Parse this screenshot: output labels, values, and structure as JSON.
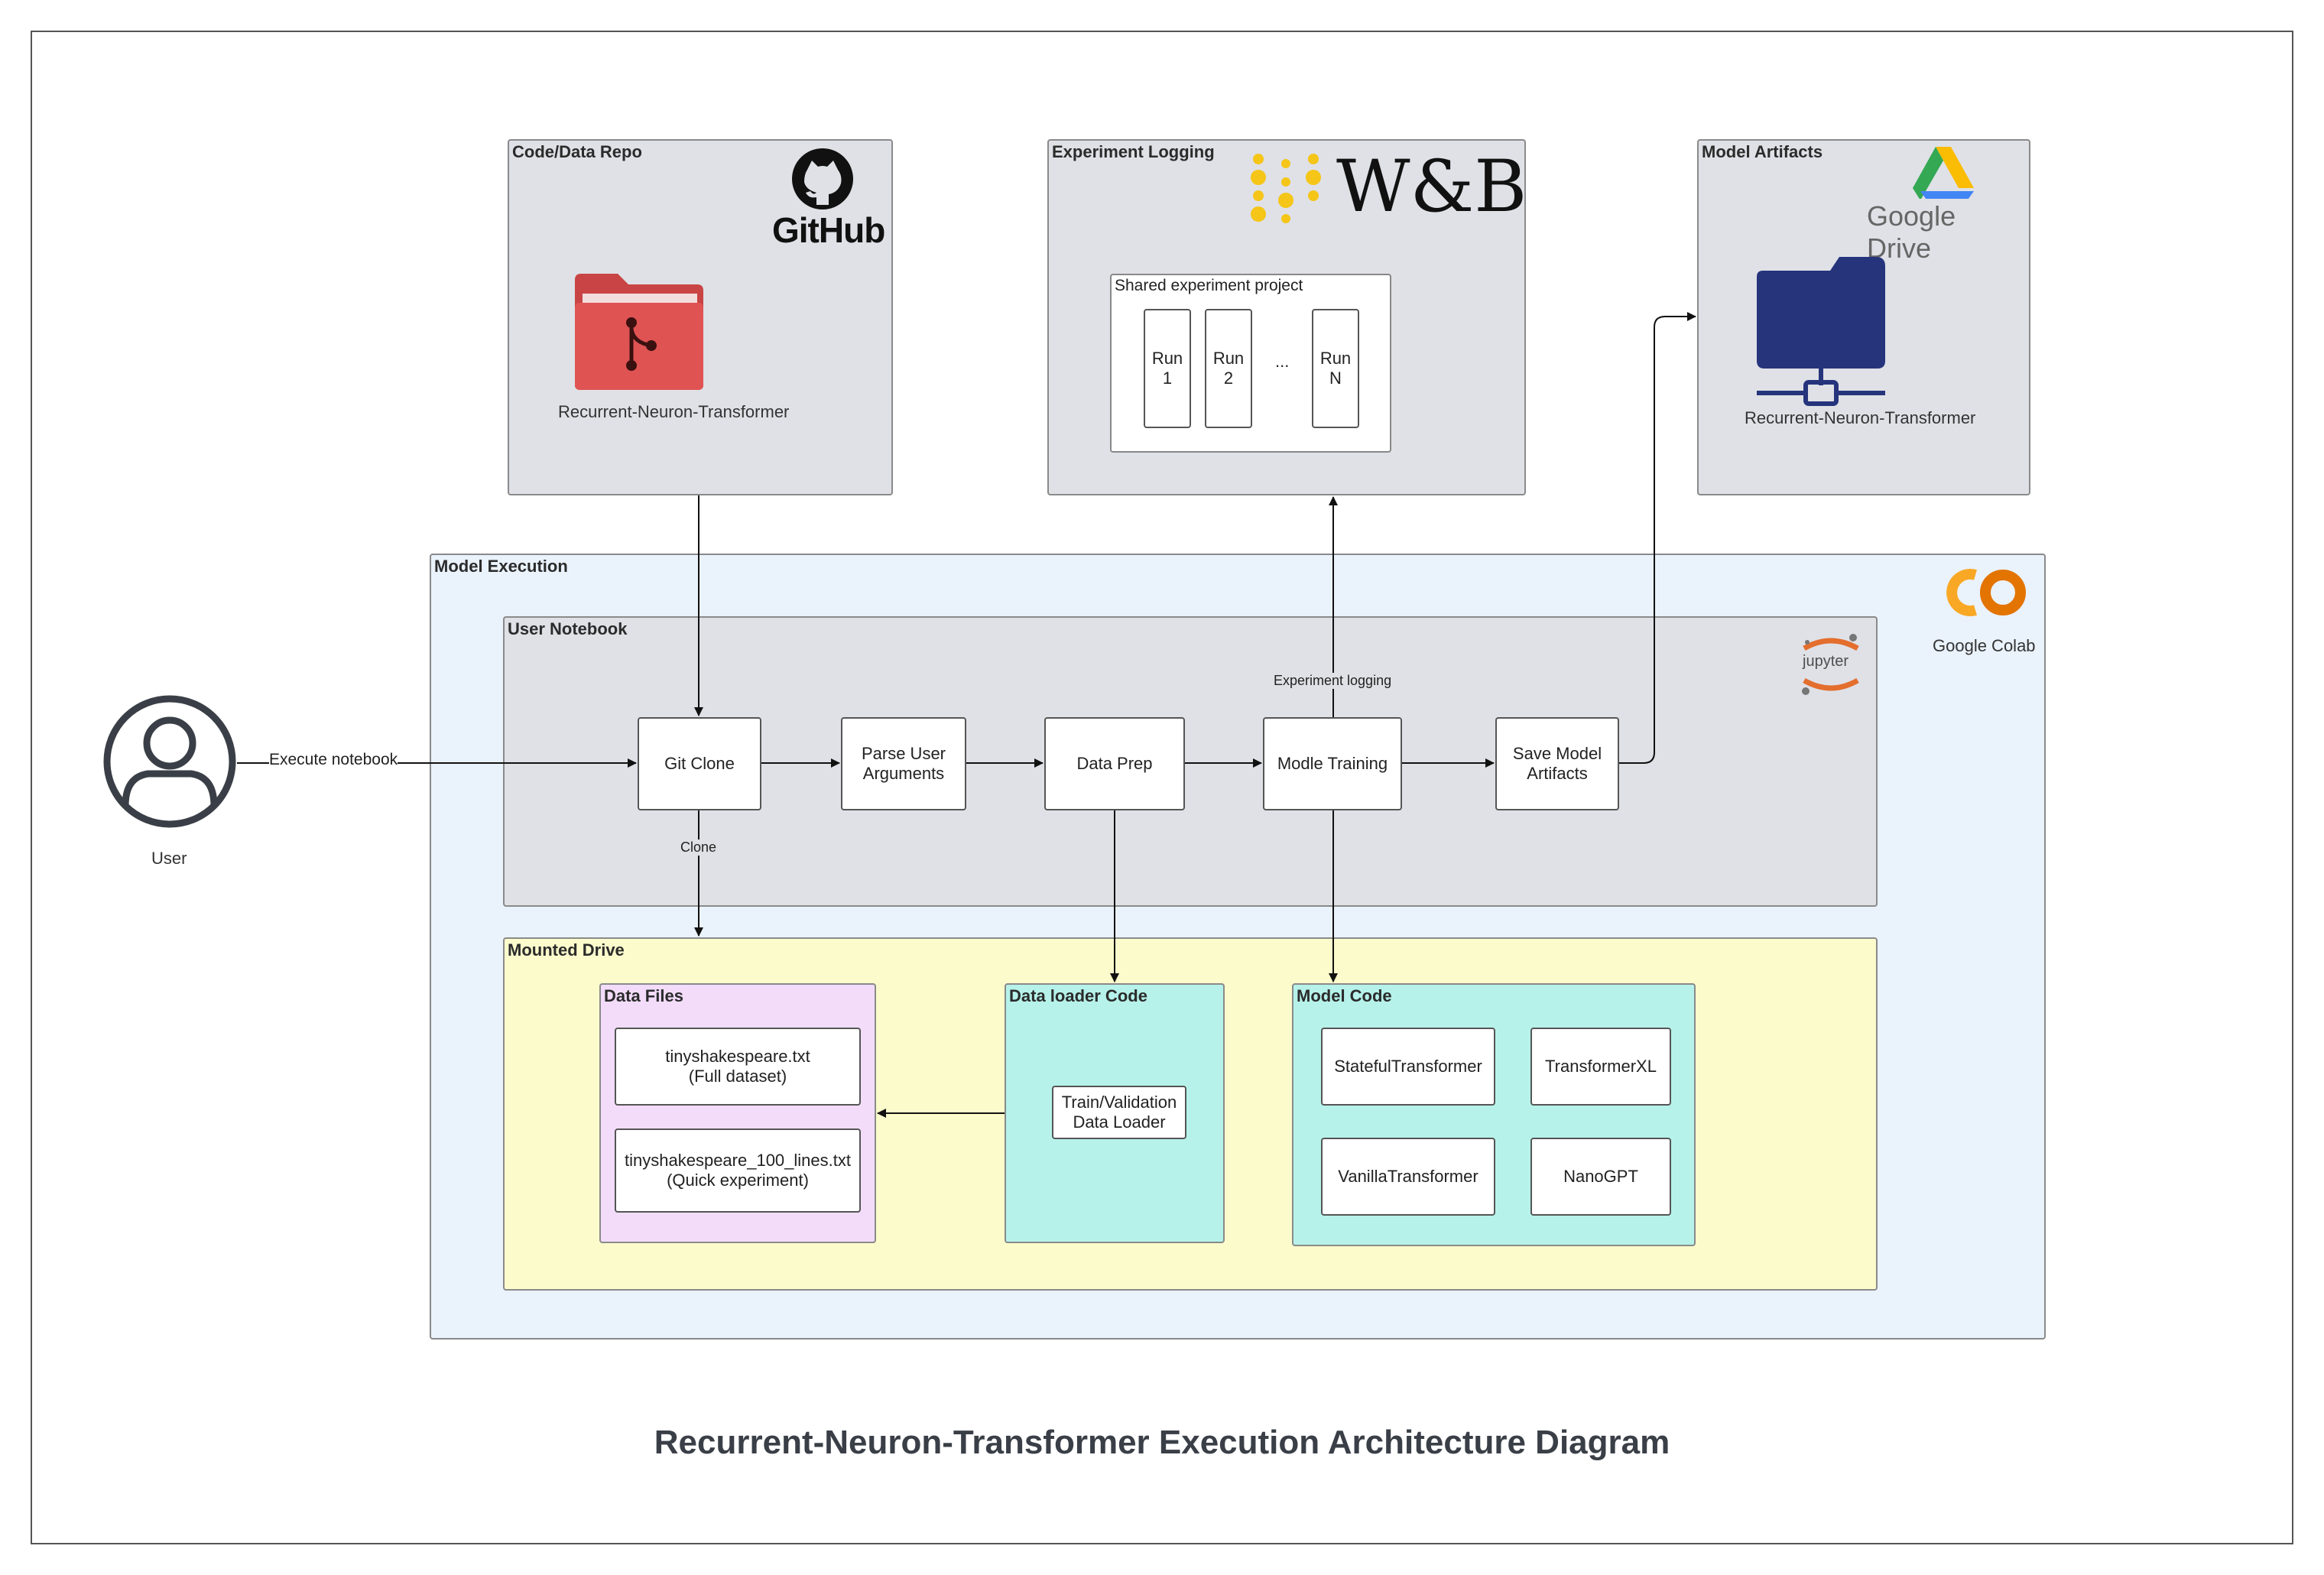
{
  "title": "Recurrent-Neuron-Transformer Execution Architecture Diagram",
  "user": {
    "label": "User"
  },
  "containers": {
    "repo": {
      "label": "Code/Data Repo",
      "logo_text": "GitHub",
      "folder_label": "Recurrent-Neuron-Transformer"
    },
    "logging": {
      "label": "Experiment Logging",
      "logo_text": "W&B",
      "project": {
        "label": "Shared experiment project",
        "runs": [
          "Run\n1",
          "Run\n2",
          "...",
          "Run\nN"
        ]
      }
    },
    "artifacts": {
      "label": "Model Artifacts",
      "logo_text": "Google Drive",
      "folder_label": "Recurrent-Neuron-Transformer"
    },
    "execution": {
      "label": "Model Execution",
      "logo_text": "Google Colab"
    },
    "notebook": {
      "label": "User Notebook",
      "logo_text": "jupyter"
    },
    "drive": {
      "label": "Mounted Drive"
    },
    "data_files": {
      "label": "Data Files",
      "items": [
        "tinyshakespeare.txt\n(Full dataset)",
        "tinyshakespeare_100_lines.txt\n(Quick experiment)"
      ]
    },
    "loader": {
      "label": "Data loader Code",
      "items": [
        "Train/Validation\nData Loader"
      ]
    },
    "model": {
      "label": "Model Code",
      "items": [
        "StatefulTransformer",
        "TransformerXL",
        "VanillaTransformer",
        "NanoGPT"
      ]
    }
  },
  "steps": [
    "Git Clone",
    "Parse User\nArguments",
    "Data Prep",
    "Modle Training",
    "Save Model\nArtifacts"
  ],
  "edge_labels": {
    "execute": "Execute notebook",
    "clone": "Clone",
    "logging": "Experiment logging"
  },
  "colors": {
    "gray": "#dfe1e6",
    "execution_bg": "#eaf2fc",
    "drive_bg": "#fbfbcc",
    "data_files_bg": "#f2dcfa",
    "code_bg": "#b6f2ea",
    "github_red": "#e05353",
    "drive_navy": "#26347c",
    "wb_yellow": "#f5c518",
    "colab_orange": "#f9a825"
  }
}
